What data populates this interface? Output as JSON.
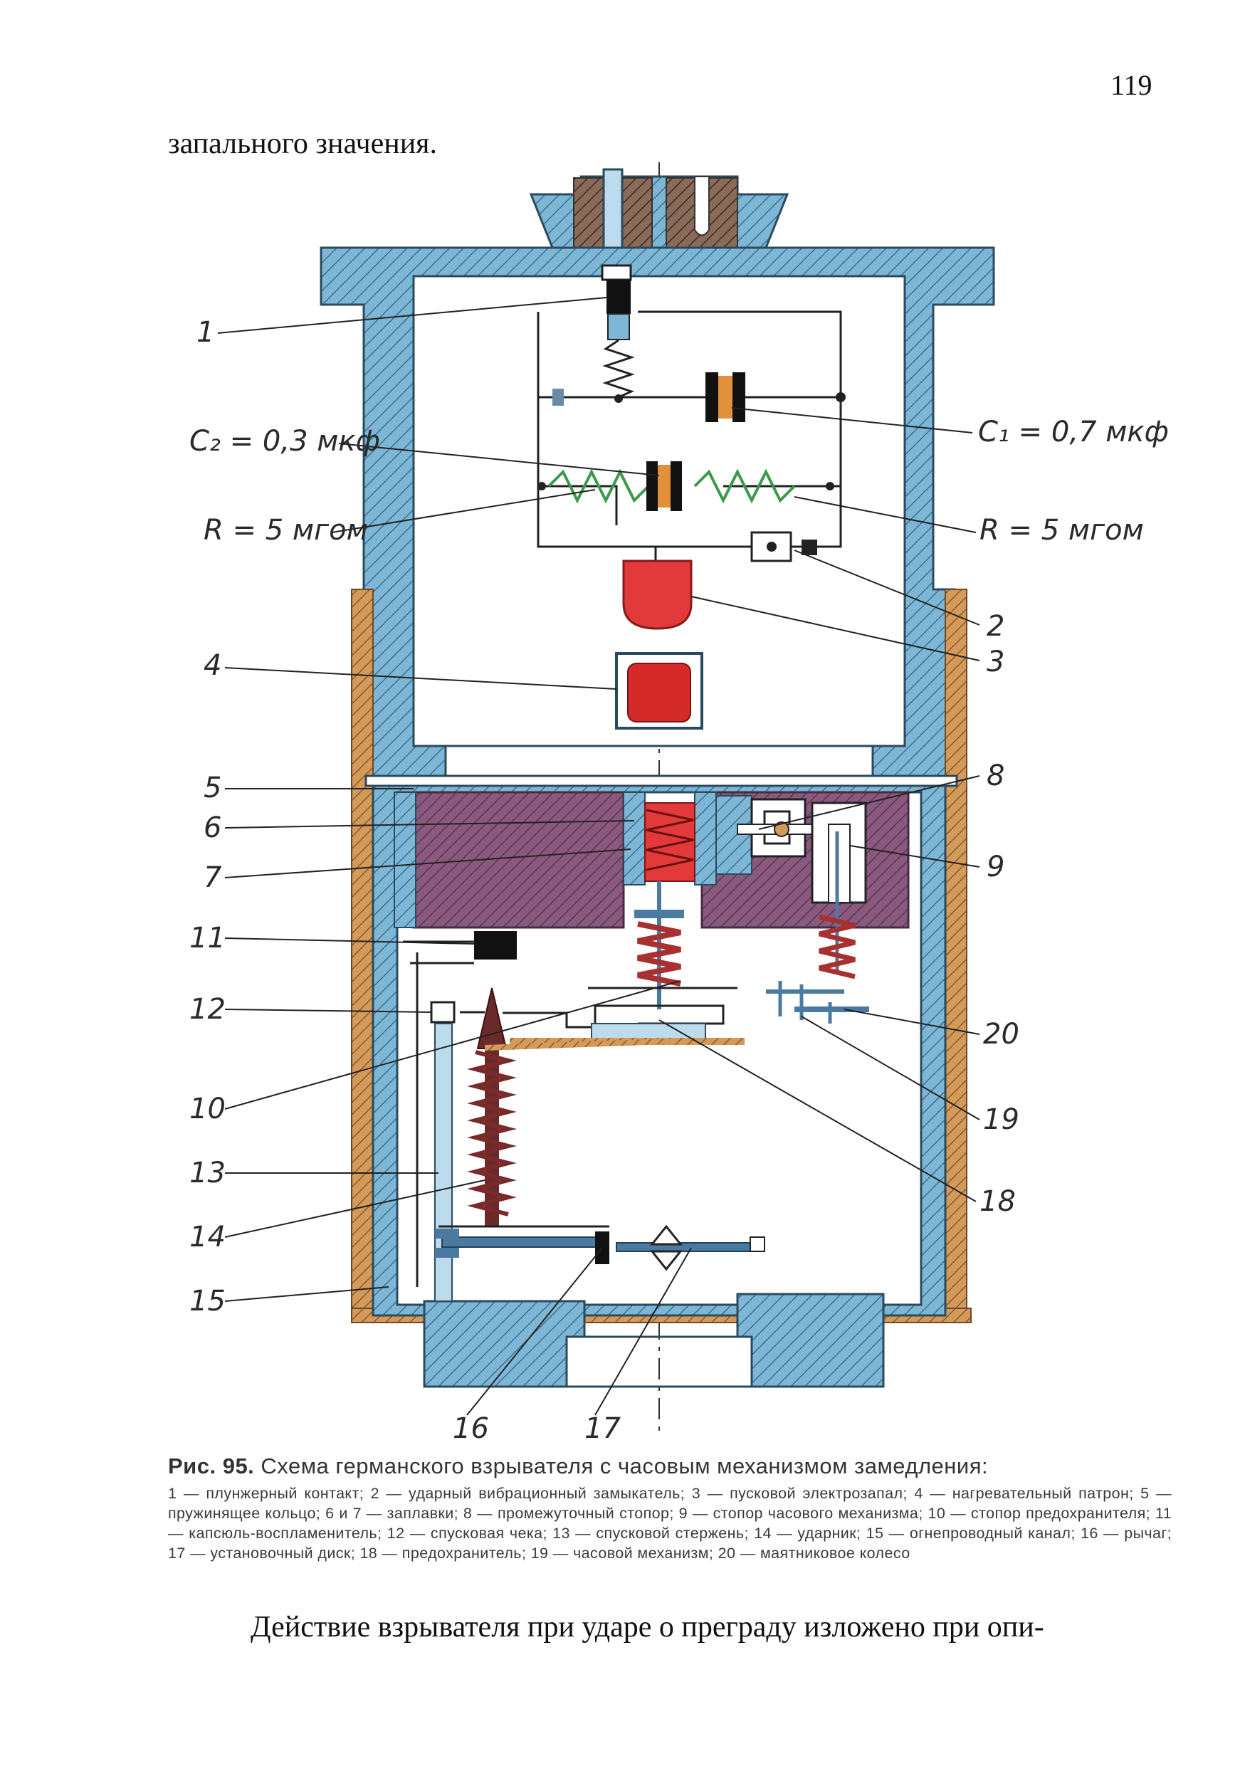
{
  "page": {
    "number": "119",
    "lead_text": "запального значения.",
    "body_text": "Действие взрывателя при ударе о преграду изложено при опи-"
  },
  "figure": {
    "labels": {
      "c2": "C₂ = 0,3 мкф",
      "c1": "C₁ = 0,7 мкф",
      "r_left": "R = 5 мгом",
      "r_right": "R = 5 мгом",
      "n1": "1",
      "n2": "2",
      "n3": "3",
      "n4": "4",
      "n5": "5",
      "n6": "6",
      "n7": "7",
      "n8": "8",
      "n9": "9",
      "n10": "10",
      "n11": "11",
      "n12": "12",
      "n13": "13",
      "n14": "14",
      "n15": "15",
      "n16": "16",
      "n17": "17",
      "n18": "18",
      "n19": "19",
      "n20": "20"
    },
    "colors": {
      "housing": "#7eb6d6",
      "brass": "#d49a5a",
      "charge": "#e23a3a",
      "block": "#8a5a7e",
      "spring": "#a83030",
      "steel": "#4a7aa0"
    },
    "caption": {
      "fig_no": "Рис. 95.",
      "title": "Схема германского взрывателя с часовым механизмом замедления:",
      "legend": "1 — плунжерный контакт; 2 — ударный вибрационный замыкатель; 3 — пусковой электрозапал; 4 — нагревательный патрон; 5 — пружинящее кольцо; 6 и 7 — заплавки; 8 — промежуточный стопор; 9 — стопор часового механизма; 10 — стопор предохранителя; 11 — капсюль-воспламенитель; 12 — спусковая чека; 13 — спусковой стержень; 14 — ударник; 15 — огнепроводный канал; 16 — рычаг; 17 — установочный диск; 18 — предохранитель; 19 — часовой механизм; 20 — маятниковое колесо"
    }
  }
}
